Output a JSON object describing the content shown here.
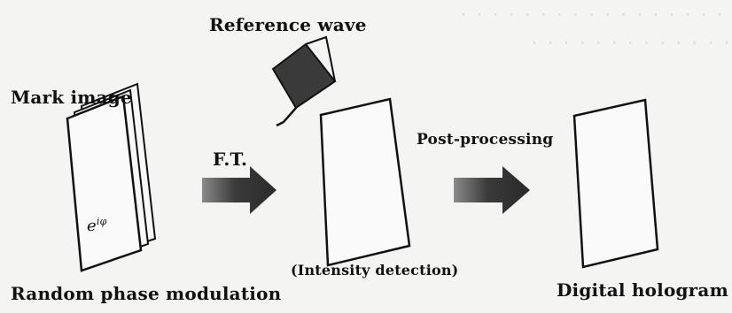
{
  "labels": {
    "reference_wave": "Reference wave",
    "mark_image": "Mark image",
    "ft": "F.T.",
    "post_processing": "Post-processing",
    "intensity_detection": "(Intensity detection)",
    "random_phase_modulation": "Random phase modulation",
    "digital_hologram": "Digital hologram",
    "phase_symbol": "e",
    "phase_exponent": "iφ"
  },
  "colors": {
    "background": "#f4f4f2",
    "ink": "#111111",
    "arrow_fill": "#3e3e3e",
    "reference_wave_fill": "#3a3a3a"
  }
}
